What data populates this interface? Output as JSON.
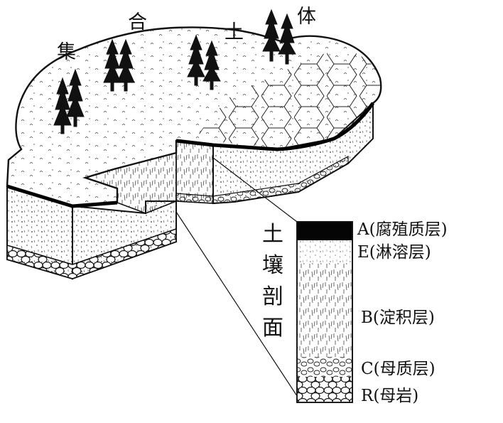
{
  "title": [
    "集",
    "合",
    "土",
    "体"
  ],
  "profile_title": [
    "土",
    "壤",
    "剖",
    "面"
  ],
  "layers": [
    {
      "code": "A",
      "name": "(腐殖质层)"
    },
    {
      "code": "E",
      "name": "(淋溶层)"
    },
    {
      "code": "B",
      "name": "(淀积层)"
    },
    {
      "code": "C",
      "name": "(母质层)"
    },
    {
      "code": "R",
      "name": "(母岩)"
    }
  ],
  "colors": {
    "ink": "#111111",
    "paper": "#ffffff"
  }
}
